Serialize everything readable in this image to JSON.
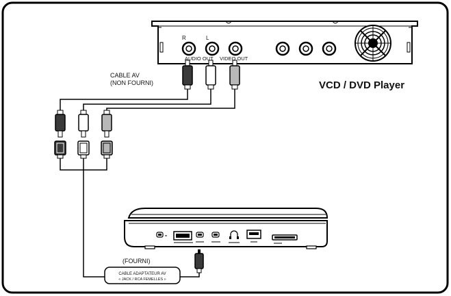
{
  "device": {
    "title": "VCD / DVD Player",
    "label_r": "R",
    "label_l": "L",
    "label_audio_out": "AUDIO OUT",
    "label_video_out": "VIDEO OUT"
  },
  "cable_av": {
    "line1": "CABLE AV",
    "line2": "(NON FOURNI)"
  },
  "adapter": {
    "supplied_label": "(FOURNI)",
    "line1": "CABLE ADAPTATEUR AV",
    "line2": "« JACK / RCA FEMELLES »"
  },
  "colors": {
    "frame": "#000000",
    "rca_red": "#3a3a3a",
    "rca_white": "#ffffff",
    "rca_yellow": "#b8b8b8"
  }
}
